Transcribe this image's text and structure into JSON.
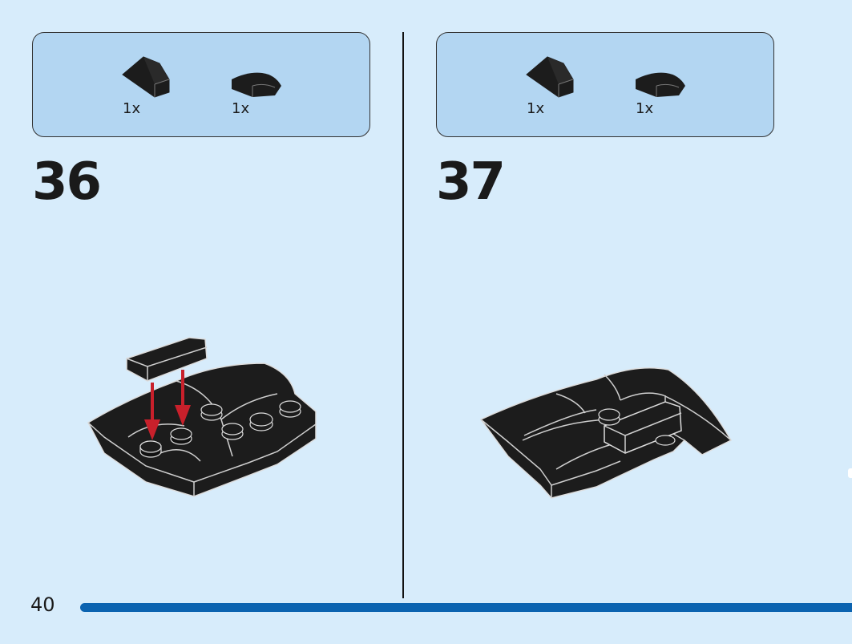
{
  "page": {
    "number": "40",
    "background_color": "#d7ecfb",
    "parts_box_color": "#b3d6f2",
    "progress_color": "#0b63b0",
    "arrow_color": "#c8202b",
    "brick_color": "#1c1c1c"
  },
  "steps": [
    {
      "number": "36",
      "parts": [
        {
          "icon": "slope-brick-icon",
          "quantity": "1x"
        },
        {
          "icon": "curved-slope-brick-icon",
          "quantity": "1x"
        }
      ]
    },
    {
      "number": "37",
      "parts": [
        {
          "icon": "slope-brick-icon",
          "quantity": "1x"
        },
        {
          "icon": "curved-slope-brick-icon",
          "quantity": "1x"
        }
      ]
    }
  ]
}
